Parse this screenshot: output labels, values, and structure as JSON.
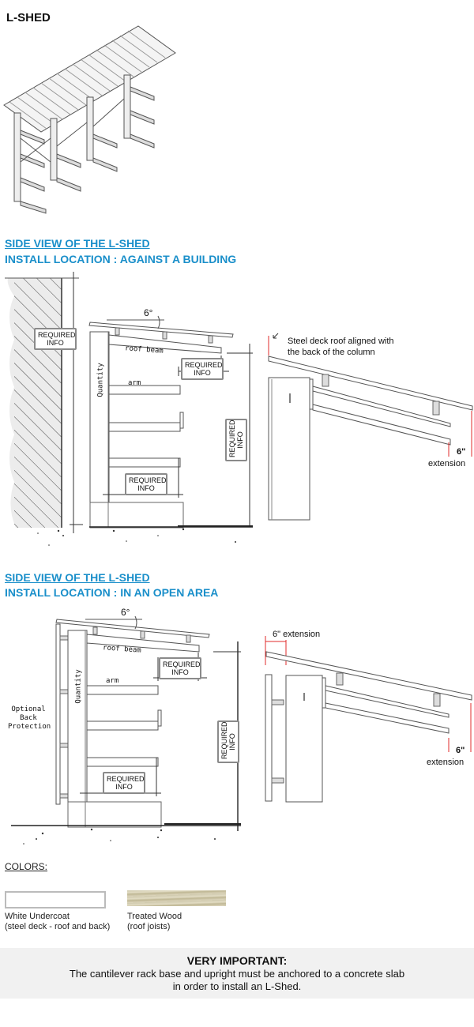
{
  "page": {
    "title": "L-SHED"
  },
  "section_building": {
    "heading": "SIDE VIEW OF THE L-SHED",
    "subheading": "INSTALL LOCATION : AGAINST A BUILDING",
    "angle": "6°",
    "labels": {
      "roof_beam": "roof beam",
      "arm": "arm",
      "quantity": "Quantity",
      "required_info": "REQUIRED INFO"
    },
    "detail_note": "Steel deck roof aligned with the back of the column",
    "detail_note_line1": "Steel deck roof aligned with",
    "detail_note_line2": "the back of the column",
    "extension_value": "6\"",
    "extension_label": "extension"
  },
  "section_open": {
    "heading": "SIDE VIEW OF THE L-SHED",
    "subheading": "INSTALL LOCATION : IN AN OPEN AREA",
    "angle": "6°",
    "labels": {
      "roof_beam": "roof beam",
      "arm": "arm",
      "quantity": "Quantity",
      "required_info": "REQUIRED INFO",
      "optional_line1": "Optional",
      "optional_line2": "Back",
      "optional_line3": "Protection"
    },
    "top_extension": "6\" extension",
    "extension_value": "6\"",
    "extension_label": "extension"
  },
  "colors": {
    "heading": "COLORS:",
    "swatches": [
      {
        "name": "White Undercoat",
        "detail": "(steel deck - roof and back)",
        "color": "#ffffff"
      },
      {
        "name": "Treated Wood",
        "detail": "(roof joists)",
        "color": "#d6cfb4"
      }
    ]
  },
  "important": {
    "heading": "VERY IMPORTANT:",
    "line1": "The cantilever rack base and upright must be anchored to a concrete slab",
    "line2": "in order to install an L-Shed."
  },
  "theme": {
    "heading_blue": "#1a8fca",
    "dimension_red": "#e02b2b",
    "notice_bg": "#f1f1f1"
  }
}
